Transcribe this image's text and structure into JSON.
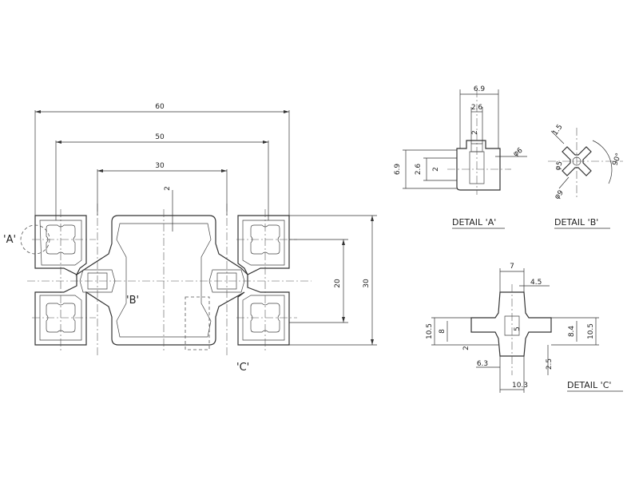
{
  "main_view": {
    "dims": {
      "overall_width": "60",
      "inner_width": "50",
      "center_width": "30",
      "wall": "2",
      "overall_height": "30",
      "inner_height": "20"
    },
    "labels": {
      "a": "'A'",
      "b": "'B'",
      "c": "'C'"
    }
  },
  "detail_a": {
    "title": "DETAIL 'A'",
    "dims": {
      "top": "6.9",
      "slot": "2.6",
      "wall_top": "2",
      "dia": "φ6",
      "left_total": "6.9",
      "left_slot": "2.6",
      "left_wall": "2"
    }
  },
  "detail_b": {
    "title": "DETAIL 'B'",
    "dims": {
      "top": "1.5",
      "angle": "90°",
      "r1": "φ5",
      "r2": "φ9"
    }
  },
  "detail_c": {
    "title": "DETAIL 'C'",
    "dims": {
      "top": "7",
      "right_top": "4.5",
      "left_outer": "10.5",
      "left_inner": "8",
      "center": "5",
      "right_mid": "8.4",
      "right_outer": "10.5",
      "wall": "2",
      "bottom_left": "6.3",
      "bottom_right": "2.5",
      "bottom": "10.3"
    }
  }
}
